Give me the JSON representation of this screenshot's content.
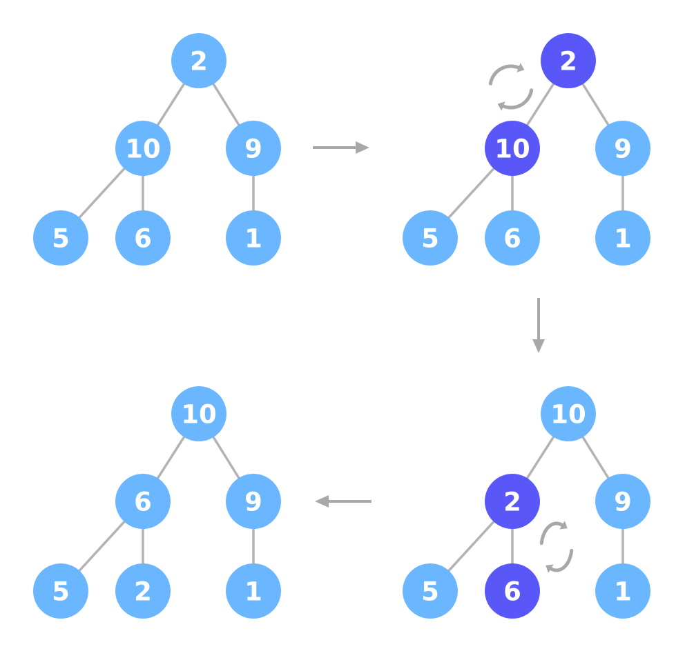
{
  "colors": {
    "node": "#6bb7ff",
    "highlight": "#5a57f9",
    "edge": "#b3b3b3",
    "arrow": "#a8a8a8",
    "background": "#ffffff"
  },
  "trees": [
    {
      "id": "step-1",
      "nodes": {
        "root": {
          "label": "2",
          "highlight": false
        },
        "left": {
          "label": "10",
          "highlight": false
        },
        "right": {
          "label": "9",
          "highlight": false
        },
        "left_left": {
          "label": "5",
          "highlight": false
        },
        "left_right": {
          "label": "6",
          "highlight": false
        },
        "right_left": {
          "label": "1",
          "highlight": false
        }
      }
    },
    {
      "id": "step-2",
      "nodes": {
        "root": {
          "label": "2",
          "highlight": true
        },
        "left": {
          "label": "10",
          "highlight": true
        },
        "right": {
          "label": "9",
          "highlight": false
        },
        "left_left": {
          "label": "5",
          "highlight": false
        },
        "left_right": {
          "label": "6",
          "highlight": false
        },
        "right_left": {
          "label": "1",
          "highlight": false
        }
      }
    },
    {
      "id": "step-3",
      "nodes": {
        "root": {
          "label": "10",
          "highlight": false
        },
        "left": {
          "label": "2",
          "highlight": true
        },
        "right": {
          "label": "9",
          "highlight": false
        },
        "left_left": {
          "label": "5",
          "highlight": false
        },
        "left_right": {
          "label": "6",
          "highlight": true
        },
        "right_left": {
          "label": "1",
          "highlight": false
        }
      }
    },
    {
      "id": "step-4",
      "nodes": {
        "root": {
          "label": "10",
          "highlight": false
        },
        "left": {
          "label": "6",
          "highlight": false
        },
        "right": {
          "label": "9",
          "highlight": false
        },
        "left_left": {
          "label": "5",
          "highlight": false
        },
        "left_right": {
          "label": "2",
          "highlight": false
        },
        "right_left": {
          "label": "1",
          "highlight": false
        }
      }
    }
  ],
  "flow_arrows": [
    {
      "from": "step-1",
      "to": "step-2",
      "direction": "right"
    },
    {
      "from": "step-2",
      "to": "step-3",
      "direction": "down"
    },
    {
      "from": "step-3",
      "to": "step-4",
      "direction": "left"
    }
  ],
  "swap_indicators": [
    {
      "tree": "step-2",
      "between": [
        "root",
        "left"
      ]
    },
    {
      "tree": "step-3",
      "between": [
        "left",
        "left_right"
      ]
    }
  ]
}
